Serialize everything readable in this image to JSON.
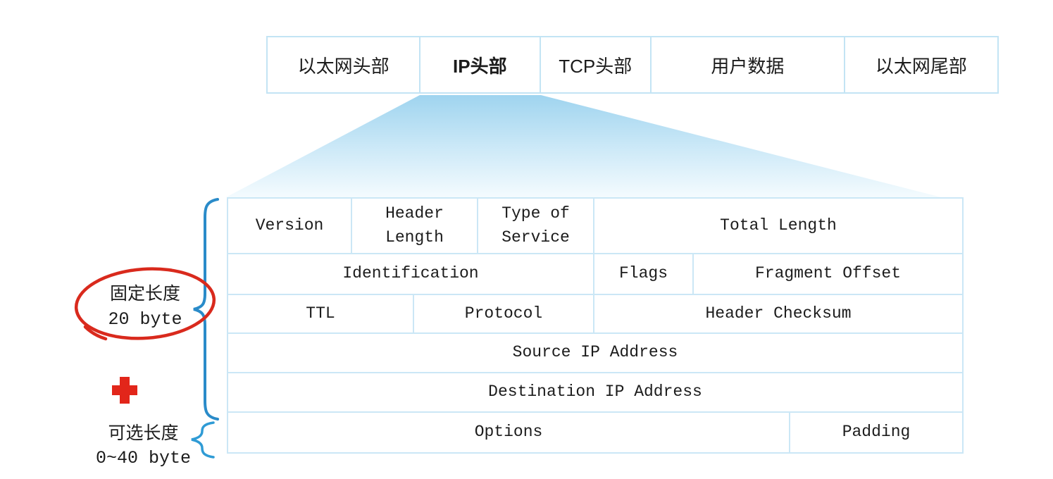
{
  "frame_row": {
    "cells": [
      "以太网头部",
      "IP头部",
      "TCP头部",
      "用户数据",
      "以太网尾部"
    ],
    "highlighted_cell": "IP头部"
  },
  "ip_table": {
    "rows": [
      [
        "Version",
        "Header Length",
        "Type of Service",
        "Total Length"
      ],
      [
        "Identification",
        "Flags",
        "Fragment Offset"
      ],
      [
        "TTL",
        "Protocol",
        "Header Checksum"
      ],
      [
        "Source IP Address"
      ],
      [
        "Destination IP Address"
      ],
      [
        "Options",
        "Padding"
      ]
    ]
  },
  "annotations": {
    "fixed_length": {
      "line1": "固定长度",
      "line2": "20 byte"
    },
    "optional_length": {
      "line1": "可选长度",
      "line2": "0~40 byte"
    }
  },
  "icons": {
    "plus_icon": "+",
    "brace": "{"
  },
  "colors": {
    "border_blue": "#cbe7f6",
    "brace_blue": "#2a8bc9",
    "small_brace_blue": "#2f9bd5",
    "annotation_red": "#d92a1d",
    "plus_red": "#e2261a",
    "funnel_top": "#9fd4ef",
    "funnel_bottom": "#f4fbfe",
    "text": "#1c1c1c"
  }
}
